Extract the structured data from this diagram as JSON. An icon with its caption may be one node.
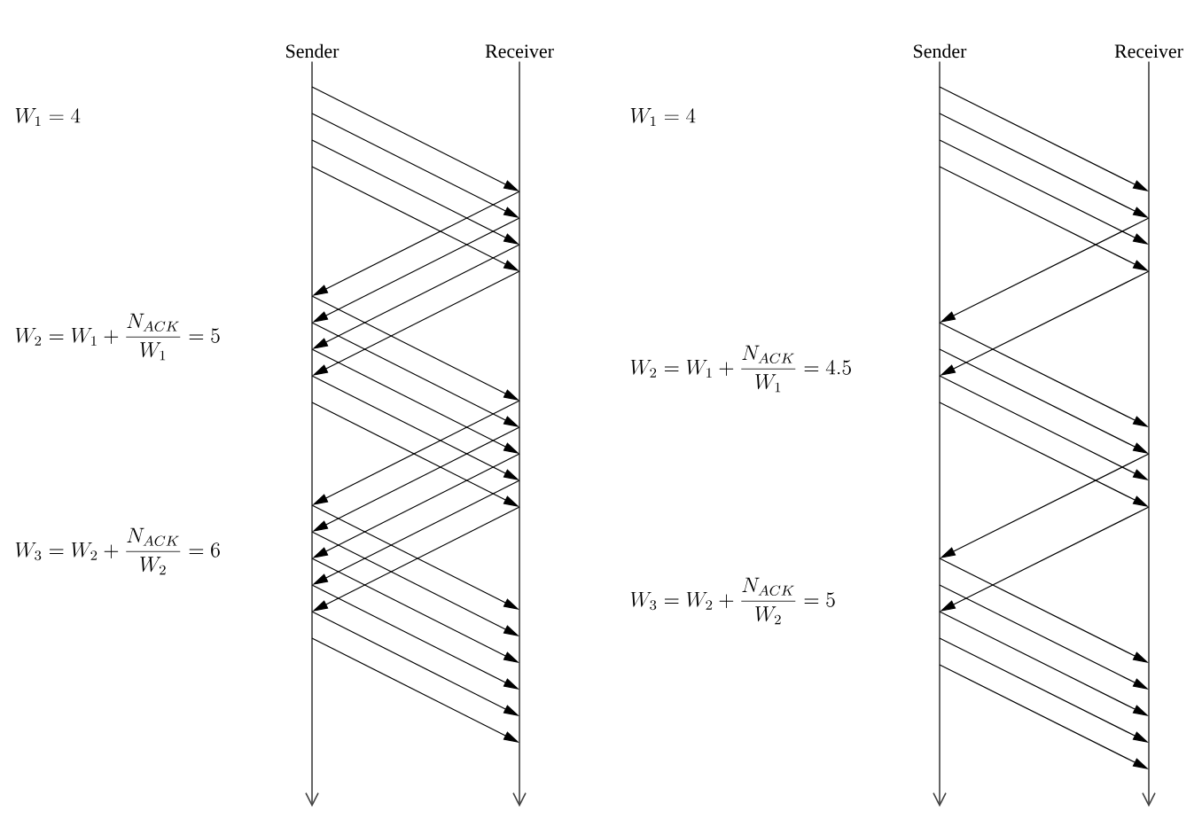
{
  "diagram": {
    "nodes": [
      {
        "text": [
          "Sender"
        ]
      },
      {
        "text": [
          "Receiver"
        ]
      },
      {
        "text": [
          "Sender"
        ]
      },
      {
        "text": [
          "Receiver"
        ]
      }
    ],
    "edges": [
      {
        "from": 0,
        "to": 1,
        "arrow": "to"
      },
      {
        "from": 0,
        "to": 1,
        "arrow": "to"
      },
      {
        "from": 0,
        "to": 1,
        "arrow": "to"
      },
      {
        "from": 0,
        "to": 1,
        "arrow": "to"
      },
      {
        "from": 1,
        "to": 0,
        "arrow": "to"
      },
      {
        "from": 1,
        "to": 0,
        "arrow": "to"
      },
      {
        "from": 1,
        "to": 0,
        "arrow": "to"
      },
      {
        "from": 1,
        "to": 0,
        "arrow": "to"
      },
      {
        "from": 0,
        "to": 1,
        "arrow": "to"
      },
      {
        "from": 0,
        "to": 1,
        "arrow": "to"
      },
      {
        "from": 0,
        "to": 1,
        "arrow": "to"
      },
      {
        "from": 0,
        "to": 1,
        "arrow": "to"
      },
      {
        "from": 0,
        "to": 1,
        "arrow": "to"
      },
      {
        "from": 1,
        "to": 0,
        "arrow": "to"
      },
      {
        "from": 1,
        "to": 0,
        "arrow": "to"
      },
      {
        "from": 1,
        "to": 0,
        "arrow": "to"
      },
      {
        "from": 1,
        "to": 0,
        "arrow": "to"
      },
      {
        "from": 1,
        "to": 0,
        "arrow": "to"
      },
      {
        "from": 0,
        "to": 1,
        "arrow": "to"
      },
      {
        "from": 0,
        "to": 1,
        "arrow": "to"
      },
      {
        "from": 0,
        "to": 1,
        "arrow": "to"
      },
      {
        "from": 0,
        "to": 1,
        "arrow": "to"
      },
      {
        "from": 0,
        "to": 1,
        "arrow": "to"
      },
      {
        "from": 0,
        "to": 1,
        "arrow": "to"
      },
      {
        "from": 2,
        "to": 3,
        "arrow": "to"
      },
      {
        "from": 2,
        "to": 3,
        "arrow": "to"
      },
      {
        "from": 2,
        "to": 3,
        "arrow": "to"
      },
      {
        "from": 2,
        "to": 3,
        "arrow": "to"
      },
      {
        "from": 3,
        "to": 2,
        "arrow": "to"
      },
      {
        "from": 3,
        "to": 2,
        "arrow": "to"
      },
      {
        "from": 2,
        "to": 3,
        "arrow": "to"
      },
      {
        "from": 2,
        "to": 3,
        "arrow": "to"
      },
      {
        "from": 2,
        "to": 3,
        "arrow": "to"
      },
      {
        "from": 2,
        "to": 3,
        "arrow": "to"
      },
      {
        "from": 3,
        "to": 2,
        "arrow": "to"
      },
      {
        "from": 3,
        "to": 2,
        "arrow": "to"
      },
      {
        "from": 2,
        "to": 3,
        "arrow": "to"
      },
      {
        "from": 2,
        "to": 3,
        "arrow": "to"
      },
      {
        "from": 2,
        "to": 3,
        "arrow": "to"
      },
      {
        "from": 2,
        "to": 3,
        "arrow": "to"
      },
      {
        "from": 2,
        "to": 3,
        "arrow": "to"
      }
    ],
    "labels": [
      "W_1 = 4",
      "W_2 = W_1 + \\frac{N_{ACK}}{W_1} = 5",
      "W_3 = W_2 + \\frac{N_{ACK}}{W_2} = 6",
      "W_1 = 4",
      "W_2 = W_1 + \\frac{N_{ACK}}{W_1} = 4.5",
      "W_3 = W_2 + \\frac{N_{ACK}}{W_2} = 5"
    ]
  }
}
